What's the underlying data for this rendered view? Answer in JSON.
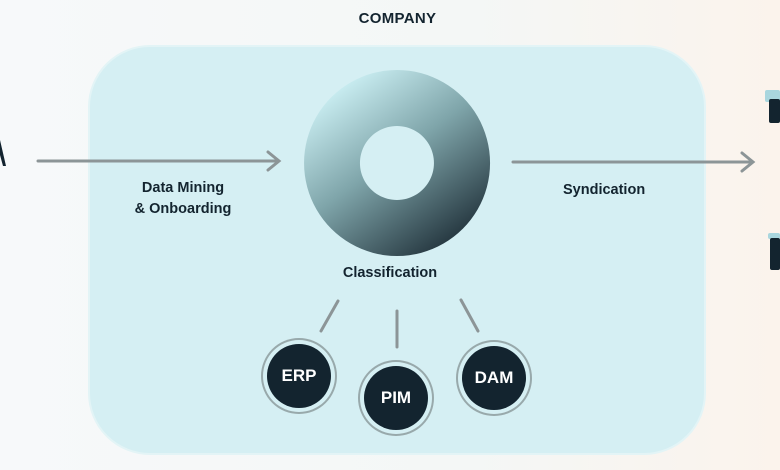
{
  "header": {
    "title": "COMPANY"
  },
  "flow": {
    "input_label": "Data Mining\n& Onboarding",
    "center_label": "Classification",
    "output_label": "Syndication"
  },
  "sources": [
    {
      "label": "ERP"
    },
    {
      "label": "PIM"
    },
    {
      "label": "DAM"
    }
  ],
  "colors": {
    "panel": "#d5eff3",
    "node": "#13242f",
    "arrow": "#8c9597"
  }
}
